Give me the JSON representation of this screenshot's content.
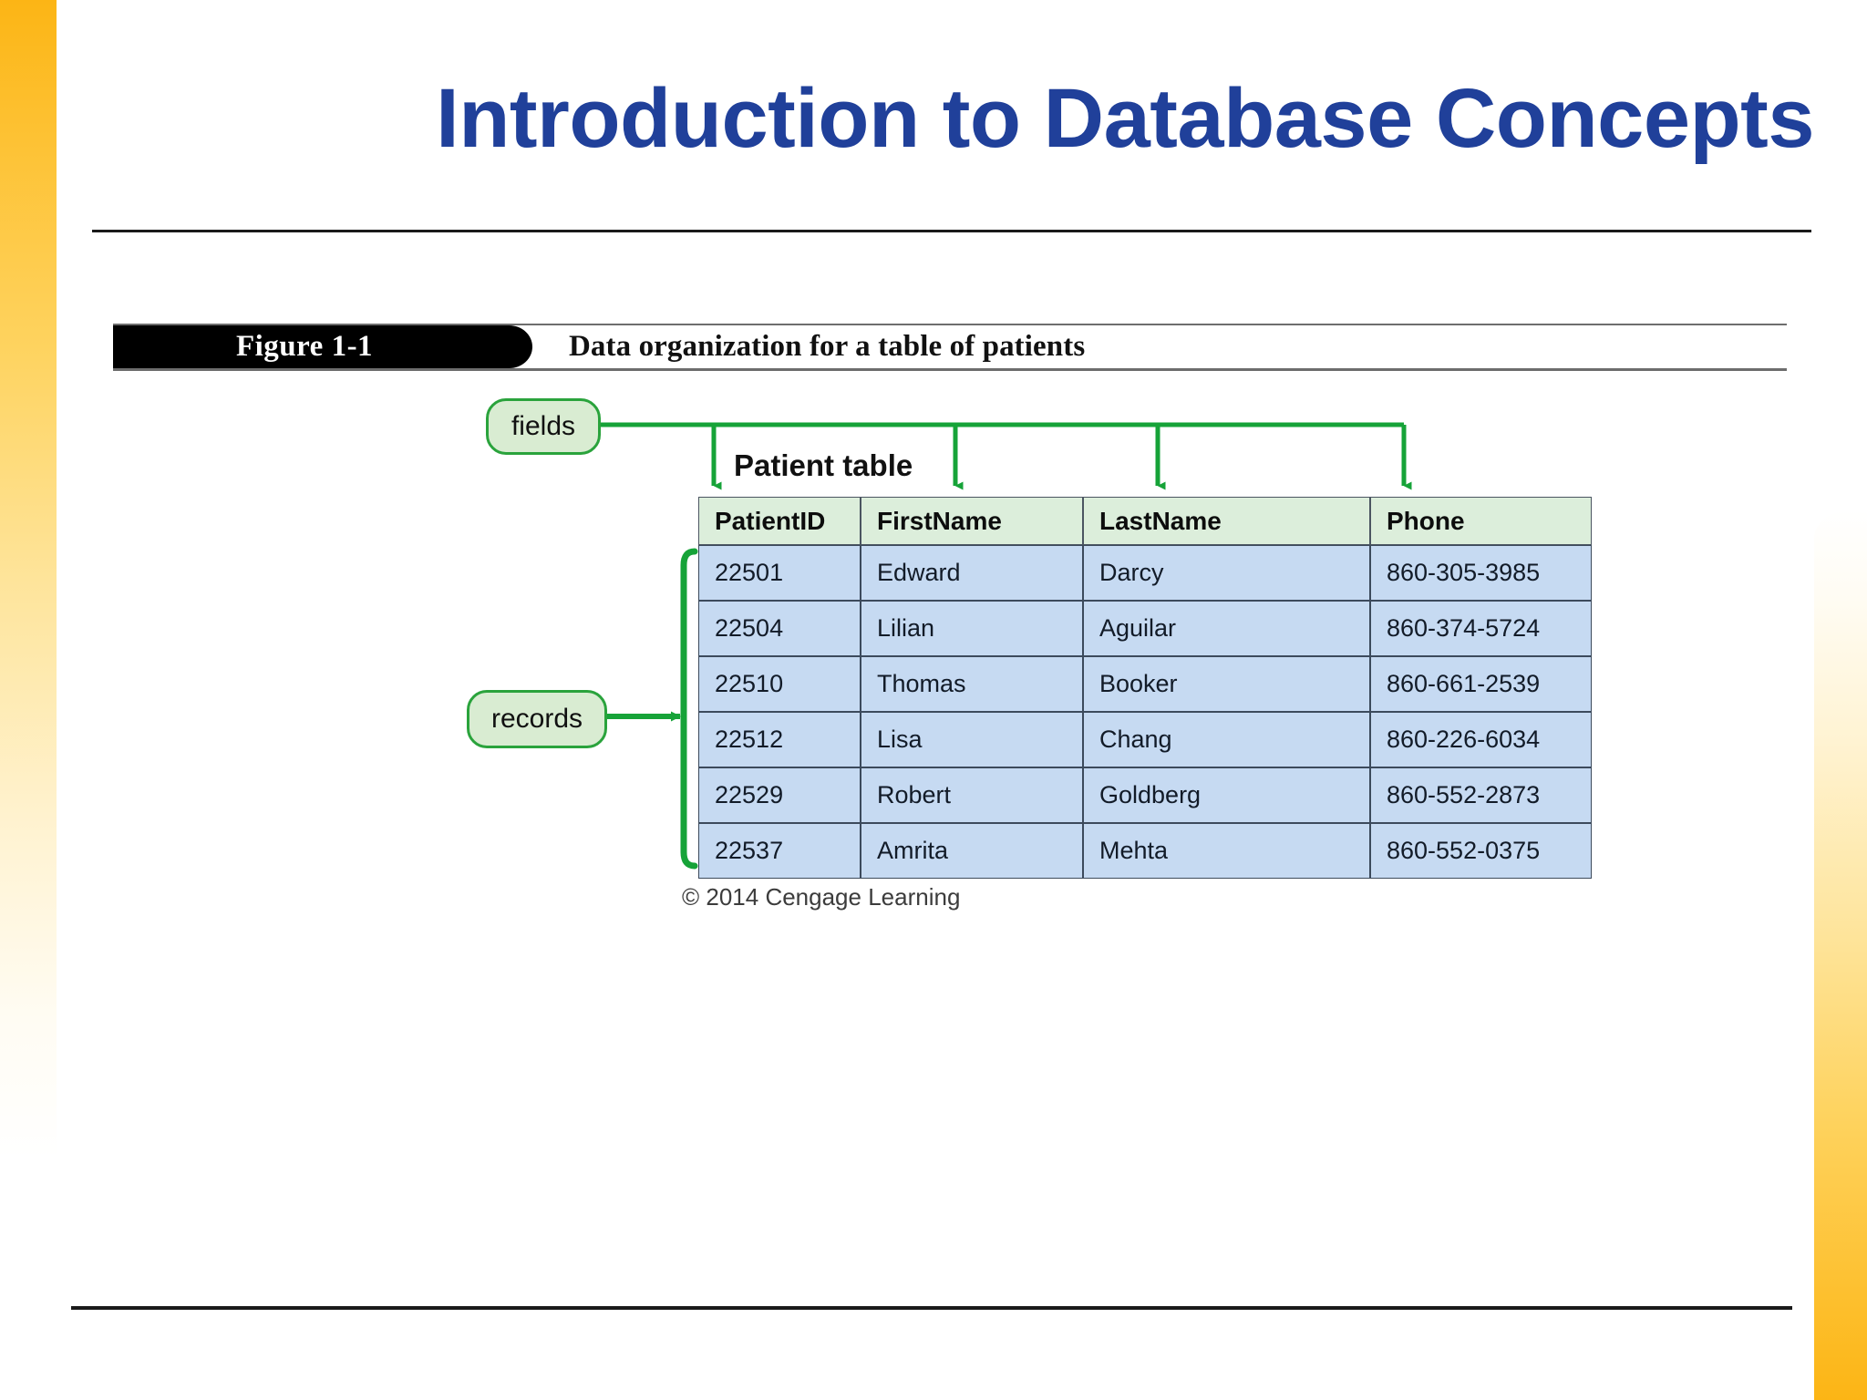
{
  "slide": {
    "title": "Introduction to Database Concepts",
    "title_color": "#20409a",
    "accent_band_color": "#fcb515"
  },
  "figure": {
    "tag": "Figure 1-1",
    "caption": "Data organization for a table of patients",
    "table_label": "Patient table",
    "copyright": "© 2014 Cengage Learning"
  },
  "callouts": {
    "fields": "fields",
    "records": "records",
    "color": "#2aa33c",
    "fill": "#d9ecd2"
  },
  "table": {
    "header_fill": "#dceedb",
    "row_fill": "#c6daf2",
    "columns": [
      "PatientID",
      "FirstName",
      "LastName",
      "Phone"
    ],
    "rows": [
      {
        "id": "22501",
        "first": "Edward",
        "last": "Darcy",
        "phone": "860-305-3985"
      },
      {
        "id": "22504",
        "first": "Lilian",
        "last": "Aguilar",
        "phone": "860-374-5724"
      },
      {
        "id": "22510",
        "first": "Thomas",
        "last": "Booker",
        "phone": "860-661-2539"
      },
      {
        "id": "22512",
        "first": "Lisa",
        "last": "Chang",
        "phone": "860-226-6034"
      },
      {
        "id": "22529",
        "first": "Robert",
        "last": "Goldberg",
        "phone": "860-552-2873"
      },
      {
        "id": "22537",
        "first": "Amrita",
        "last": "Mehta",
        "phone": "860-552-0375"
      }
    ]
  }
}
